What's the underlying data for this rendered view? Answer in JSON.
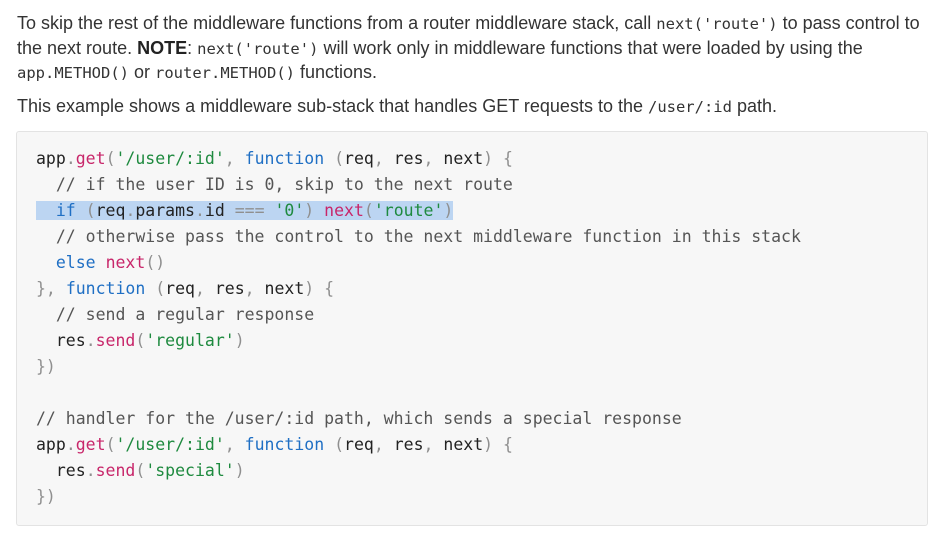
{
  "intro": {
    "t1": "To skip the rest of the middleware functions from a router middleware stack, call ",
    "code1": "next('route')",
    "t2": " to pass control to the next route. ",
    "note_label": "NOTE",
    "t3": ": ",
    "code2": "next('route')",
    "t4": " will work only in middleware functions that were loaded by using the ",
    "code3": "app.METHOD()",
    "t5": " or ",
    "code4": "router.METHOD()",
    "t6": " functions."
  },
  "example": {
    "t1": "This example shows a middleware sub-stack that handles GET requests to the ",
    "code1": "/user/:id",
    "t2": " path."
  },
  "code_lines": [
    [
      [
        "id",
        "app"
      ],
      [
        "op",
        "."
      ],
      [
        "fn",
        "get"
      ],
      [
        "op",
        "("
      ],
      [
        "str",
        "'/user/:id'"
      ],
      [
        "op",
        ", "
      ],
      [
        "kw",
        "function"
      ],
      [
        "op",
        " ("
      ],
      [
        "id",
        "req"
      ],
      [
        "op",
        ", "
      ],
      [
        "id",
        "res"
      ],
      [
        "op",
        ", "
      ],
      [
        "id",
        "next"
      ],
      [
        "op",
        ") {"
      ]
    ],
    [
      [
        "op",
        "  "
      ],
      [
        "cmt",
        "// if the user ID is 0, skip to the next route"
      ]
    ],
    [
      [
        "op",
        "  "
      ],
      [
        "kw",
        "if"
      ],
      [
        "op",
        " ("
      ],
      [
        "id",
        "req"
      ],
      [
        "op",
        "."
      ],
      [
        "id",
        "params"
      ],
      [
        "op",
        "."
      ],
      [
        "id",
        "id"
      ],
      [
        "op",
        " === "
      ],
      [
        "str",
        "'0'"
      ],
      [
        "op",
        ") "
      ],
      [
        "fn",
        "next"
      ],
      [
        "op",
        "("
      ],
      [
        "str",
        "'route'"
      ],
      [
        "op",
        ")"
      ]
    ],
    [
      [
        "op",
        "  "
      ],
      [
        "cmt",
        "// otherwise pass the control to the next middleware function in this stack"
      ]
    ],
    [
      [
        "op",
        "  "
      ],
      [
        "kw",
        "else"
      ],
      [
        "op",
        " "
      ],
      [
        "fn",
        "next"
      ],
      [
        "op",
        "()"
      ]
    ],
    [
      [
        "op",
        "}, "
      ],
      [
        "kw",
        "function"
      ],
      [
        "op",
        " ("
      ],
      [
        "id",
        "req"
      ],
      [
        "op",
        ", "
      ],
      [
        "id",
        "res"
      ],
      [
        "op",
        ", "
      ],
      [
        "id",
        "next"
      ],
      [
        "op",
        ") {"
      ]
    ],
    [
      [
        "op",
        "  "
      ],
      [
        "cmt",
        "// send a regular response"
      ]
    ],
    [
      [
        "op",
        "  "
      ],
      [
        "id",
        "res"
      ],
      [
        "op",
        "."
      ],
      [
        "fn",
        "send"
      ],
      [
        "op",
        "("
      ],
      [
        "str",
        "'regular'"
      ],
      [
        "op",
        ")"
      ]
    ],
    [
      [
        "op",
        "})"
      ]
    ],
    [],
    [
      [
        "cmt",
        "// handler for the /user/:id path, which sends a special response"
      ]
    ],
    [
      [
        "id",
        "app"
      ],
      [
        "op",
        "."
      ],
      [
        "fn",
        "get"
      ],
      [
        "op",
        "("
      ],
      [
        "str",
        "'/user/:id'"
      ],
      [
        "op",
        ", "
      ],
      [
        "kw",
        "function"
      ],
      [
        "op",
        " ("
      ],
      [
        "id",
        "req"
      ],
      [
        "op",
        ", "
      ],
      [
        "id",
        "res"
      ],
      [
        "op",
        ", "
      ],
      [
        "id",
        "next"
      ],
      [
        "op",
        ") {"
      ]
    ],
    [
      [
        "op",
        "  "
      ],
      [
        "id",
        "res"
      ],
      [
        "op",
        "."
      ],
      [
        "fn",
        "send"
      ],
      [
        "op",
        "("
      ],
      [
        "str",
        "'special'"
      ],
      [
        "op",
        ")"
      ]
    ],
    [
      [
        "op",
        "})"
      ]
    ]
  ],
  "highlight": {
    "line": 2,
    "color": "#bcd5f2"
  },
  "colors": {
    "keyword": "#1f6fc4",
    "string": "#1e8a3f",
    "function": "#c8266a",
    "comment": "#555555",
    "code_background": "#f7f7f7"
  }
}
